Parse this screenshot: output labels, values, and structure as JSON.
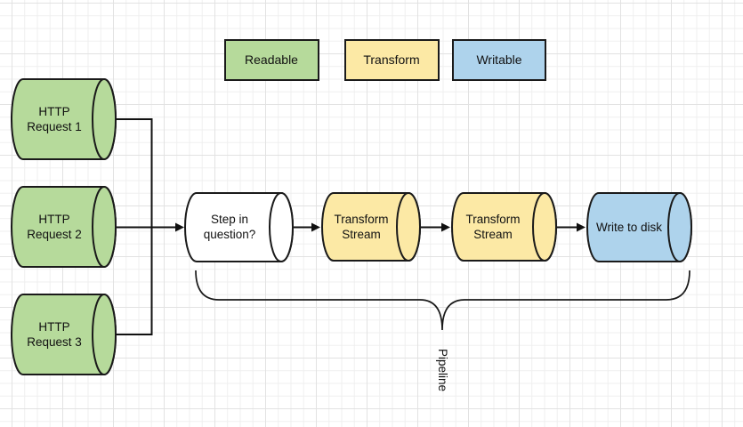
{
  "legend": {
    "items": [
      {
        "label": "Readable",
        "fill": "#b6da9b"
      },
      {
        "label": "Transform",
        "fill": "#fce9a5"
      },
      {
        "label": "Writable",
        "fill": "#aed3ec"
      }
    ]
  },
  "sources": [
    {
      "line1": "HTTP",
      "line2": "Request 1",
      "fill": "#b6da9b"
    },
    {
      "line1": "HTTP",
      "line2": "Request 2",
      "fill": "#b6da9b"
    },
    {
      "line1": "HTTP",
      "line2": "Request 3",
      "fill": "#b6da9b"
    }
  ],
  "steps": [
    {
      "line1": "Step in",
      "line2": "question?",
      "fill": "#ffffff"
    },
    {
      "line1": "Transform",
      "line2": "Stream",
      "fill": "#fce9a5"
    },
    {
      "line1": "Transform",
      "line2": "Stream",
      "fill": "#fce9a5"
    },
    {
      "line1": "Write to disk",
      "line2": "",
      "fill": "#aed3ec"
    }
  ],
  "brace": {
    "label": "Pipeline"
  },
  "colors": {
    "stroke": "#1a1a1a",
    "line": "#111111",
    "grid_minor": "#efefef",
    "grid_major": "#e2e2e2",
    "background": "#ffffff"
  }
}
